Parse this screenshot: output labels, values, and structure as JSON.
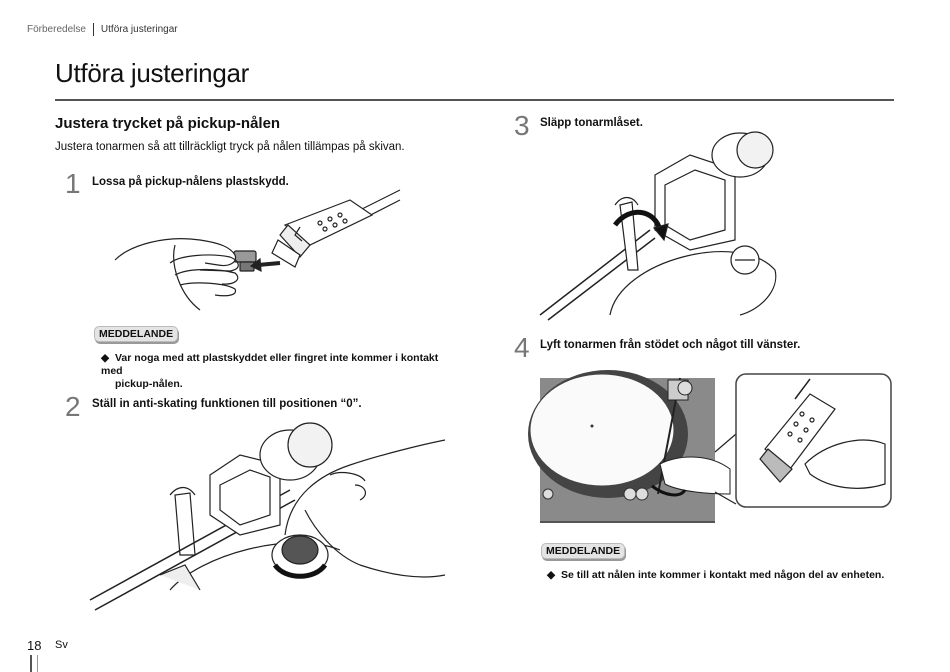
{
  "breadcrumb": {
    "section": "Förberedelse",
    "page": "Utföra justeringar"
  },
  "title": "Utföra justeringar",
  "section": {
    "heading": "Justera trycket på pickup-nålen",
    "intro": "Justera tonarmen så att tillräckligt tryck på nålen tillämpas på skivan."
  },
  "steps": [
    {
      "number": "1",
      "text": "Lossa på pickup-nålens plastskydd."
    },
    {
      "number": "2",
      "text": "Ställ in anti-skating funktionen till positionen “0”."
    },
    {
      "number": "3",
      "text": "Släpp tonarmlåset."
    },
    {
      "number": "4",
      "text": "Lyft tonarmen från stödet och något till vänster."
    }
  ],
  "notes": [
    {
      "label": "MEDDELANDE",
      "bullet": "◆",
      "text_line1": "Var noga med att plastskyddet eller fingret inte kommer i kontakt med",
      "text_line2": "pickup-nålen."
    },
    {
      "label": "MEDDELANDE",
      "bullet": "◆",
      "text_line1": "Se till att nålen inte kommer i kontakt med någon del av enheten."
    }
  ],
  "footer": {
    "page_number": "18",
    "language": "Sv"
  }
}
